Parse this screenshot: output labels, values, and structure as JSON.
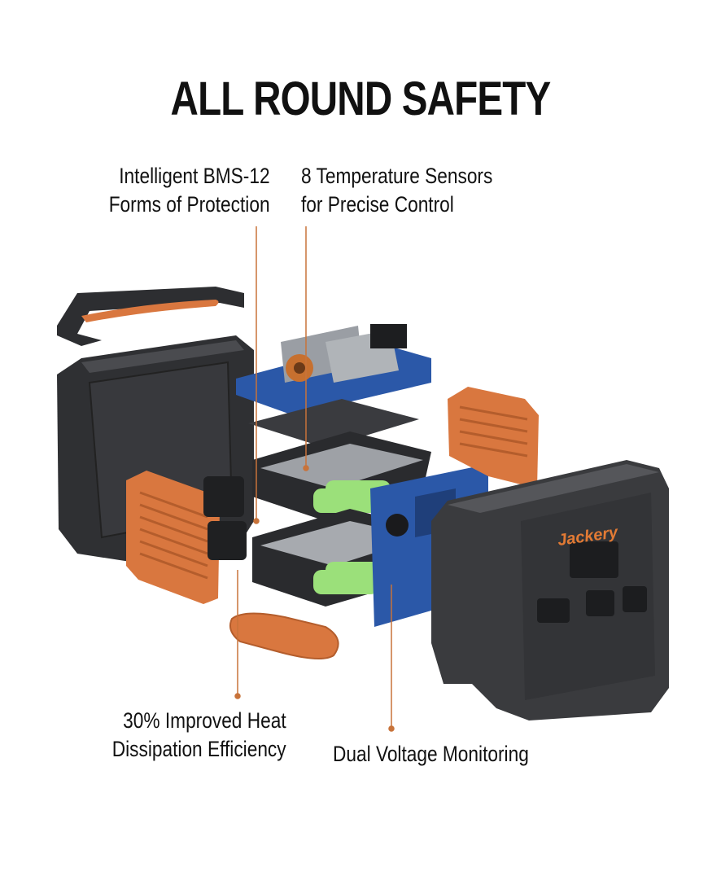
{
  "title": "ALL ROUND SAFETY",
  "callouts": {
    "bms": [
      "Intelligent BMS-12",
      "Forms of Protection"
    ],
    "sensors": [
      "8 Temperature Sensors",
      "for Precise Control"
    ],
    "heat": [
      "30% Improved Heat",
      "Dissipation Efficiency"
    ],
    "voltage": [
      "Dual Voltage Monitoring"
    ]
  },
  "product": {
    "logo": "Jackery"
  },
  "colors": {
    "accent": "#d9773f",
    "housing": "#2f3033",
    "pcb": "#2b58a8",
    "cells": "#9be07a",
    "leader": "#c8733a"
  }
}
